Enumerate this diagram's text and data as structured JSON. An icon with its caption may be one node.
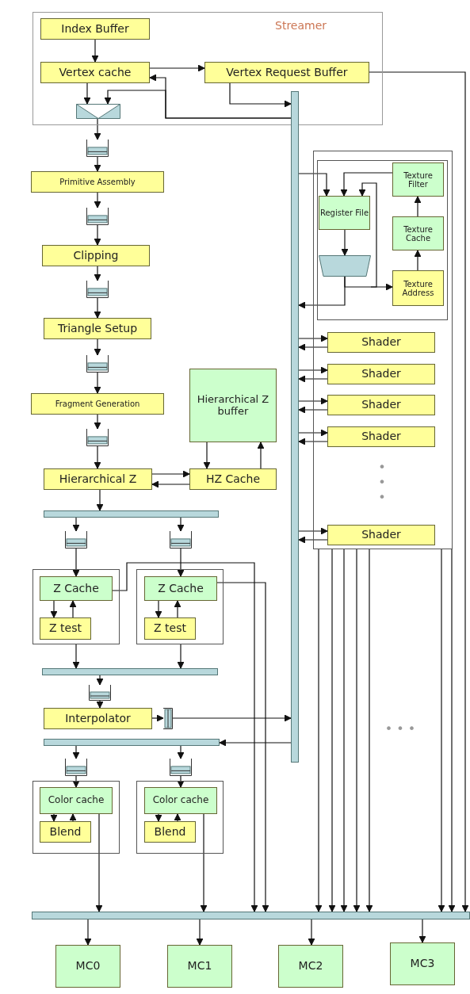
{
  "diagram": {
    "nodes": [
      {
        "text": [
          "Streamer"
        ]
      },
      {
        "text": [
          "Index Buffer"
        ],
        "in": 0
      },
      {
        "text": [
          "Vertex cache"
        ],
        "in": 0
      },
      {
        "text": [
          "Vertex Request Buffer"
        ],
        "in": 0
      },
      {
        "text": [],
        "shape": "trapezoid",
        "in": 0
      },
      {
        "text": [],
        "shape": "bar"
      },
      {
        "text": [],
        "shape": "queue"
      },
      {
        "text": [
          "Primitive Assembly"
        ]
      },
      {
        "text": [],
        "shape": "queue"
      },
      {
        "text": [
          "Clipping"
        ]
      },
      {
        "text": [],
        "shape": "queue"
      },
      {
        "text": [
          "Triangle Setup"
        ]
      },
      {
        "text": [],
        "shape": "queue"
      },
      {
        "text": [
          "Fragment Generation"
        ]
      },
      {
        "text": [],
        "shape": "queue"
      },
      {
        "text": [
          "Hierarchical Z"
        ]
      },
      {
        "text": [
          "Hierarchical Z buffer"
        ]
      },
      {
        "text": [
          "HZ Cache"
        ]
      },
      {
        "text": [],
        "shape": "bar"
      },
      {
        "text": [],
        "shape": "queue"
      },
      {
        "text": [],
        "shape": "queue"
      },
      {
        "text": [],
        "shape": "box"
      },
      {
        "text": [
          "Z Cache"
        ],
        "in": 21
      },
      {
        "text": [
          "Z test"
        ],
        "in": 21
      },
      {
        "text": [],
        "shape": "box"
      },
      {
        "text": [
          "Z Cache"
        ],
        "in": 24
      },
      {
        "text": [
          "Z test"
        ],
        "in": 24
      },
      {
        "text": [],
        "shape": "bar"
      },
      {
        "text": [],
        "shape": "queue"
      },
      {
        "text": [
          "Interpolator"
        ]
      },
      {
        "text": [],
        "shape": "queue"
      },
      {
        "text": [],
        "shape": "bar"
      },
      {
        "text": [],
        "shape": "queue"
      },
      {
        "text": [],
        "shape": "queue"
      },
      {
        "text": [],
        "shape": "box"
      },
      {
        "text": [
          "Color cache"
        ],
        "in": 34
      },
      {
        "text": [
          "Blend"
        ],
        "in": 34
      },
      {
        "text": [],
        "shape": "box"
      },
      {
        "text": [
          "Color cache"
        ],
        "in": 37
      },
      {
        "text": [
          "Blend"
        ],
        "in": 37
      },
      {
        "text": [],
        "shape": "box"
      },
      {
        "text": [],
        "shape": "box",
        "in": 40
      },
      {
        "text": [
          "Register File"
        ],
        "in": 41
      },
      {
        "text": [],
        "shape": "trapezoid",
        "in": 41
      },
      {
        "text": [
          "Texture Filter"
        ],
        "in": 41
      },
      {
        "text": [
          "Texture Cache"
        ],
        "in": 41
      },
      {
        "text": [
          "Texture Address"
        ],
        "in": 41
      },
      {
        "text": [
          "Shader"
        ],
        "in": 40
      },
      {
        "text": [
          "Shader"
        ],
        "in": 40
      },
      {
        "text": [
          "Shader"
        ],
        "in": 40
      },
      {
        "text": [
          "Shader"
        ],
        "in": 40
      },
      {
        "text": [
          "Shader"
        ],
        "in": 40
      },
      {
        "text": [],
        "shape": "bar"
      },
      {
        "text": [
          "MC0"
        ]
      },
      {
        "text": [
          "MC1"
        ]
      },
      {
        "text": [
          "MC2"
        ]
      },
      {
        "text": [
          "MC3"
        ]
      }
    ],
    "edges": [
      {
        "from": 1,
        "to": 2,
        "arrow": "to"
      },
      {
        "from": 2,
        "to": 3,
        "arrow": "to"
      },
      {
        "from": 3,
        "to": 5,
        "arrow": "to"
      },
      {
        "from": 5,
        "to": 2,
        "arrow": "to"
      },
      {
        "from": 5,
        "to": 4,
        "arrow": "to"
      },
      {
        "from": 2,
        "to": 4,
        "arrow": "to"
      },
      {
        "from": 3,
        "to": 52,
        "arrow": "to"
      },
      {
        "from": 4,
        "to": 6,
        "arrow": "to"
      },
      {
        "from": 6,
        "to": 7,
        "arrow": "to"
      },
      {
        "from": 7,
        "to": 8,
        "arrow": "to"
      },
      {
        "from": 8,
        "to": 9,
        "arrow": "to"
      },
      {
        "from": 9,
        "to": 10,
        "arrow": "to"
      },
      {
        "from": 10,
        "to": 11,
        "arrow": "to"
      },
      {
        "from": 11,
        "to": 12,
        "arrow": "to"
      },
      {
        "from": 12,
        "to": 13,
        "arrow": "to"
      },
      {
        "from": 13,
        "to": 14,
        "arrow": "to"
      },
      {
        "from": 14,
        "to": 15,
        "arrow": "to"
      },
      {
        "from": 15,
        "to": 17,
        "arrow": "to"
      },
      {
        "from": 17,
        "to": 15,
        "arrow": "to"
      },
      {
        "from": 16,
        "to": 17,
        "arrow": "to"
      },
      {
        "from": 17,
        "to": 16,
        "arrow": "to"
      },
      {
        "from": 15,
        "to": 18,
        "arrow": "to"
      },
      {
        "from": 18,
        "to": 19,
        "arrow": "to"
      },
      {
        "from": 18,
        "to": 20,
        "arrow": "to"
      },
      {
        "from": 19,
        "to": 22,
        "arrow": "to"
      },
      {
        "from": 20,
        "to": 25,
        "arrow": "to"
      },
      {
        "from": 22,
        "to": 23,
        "arrow": "to"
      },
      {
        "from": 23,
        "to": 22,
        "arrow": "to"
      },
      {
        "from": 25,
        "to": 26,
        "arrow": "to"
      },
      {
        "from": 26,
        "to": 25,
        "arrow": "to"
      },
      {
        "from": 22,
        "to": 52,
        "arrow": "to"
      },
      {
        "from": 25,
        "to": 52,
        "arrow": "to"
      },
      {
        "from": 21,
        "to": 27,
        "arrow": "to"
      },
      {
        "from": 24,
        "to": 27,
        "arrow": "to"
      },
      {
        "from": 27,
        "to": 28,
        "arrow": "to"
      },
      {
        "from": 28,
        "to": 29,
        "arrow": "to"
      },
      {
        "from": 29,
        "to": 30,
        "arrow": "to"
      },
      {
        "from": 30,
        "to": 5,
        "arrow": "to"
      },
      {
        "from": 5,
        "to": 31,
        "arrow": "to"
      },
      {
        "from": 31,
        "to": 32,
        "arrow": "to"
      },
      {
        "from": 31,
        "to": 33,
        "arrow": "to"
      },
      {
        "from": 32,
        "to": 35,
        "arrow": "to"
      },
      {
        "from": 33,
        "to": 38,
        "arrow": "to"
      },
      {
        "from": 35,
        "to": 36,
        "arrow": "to"
      },
      {
        "from": 36,
        "to": 35,
        "arrow": "to"
      },
      {
        "from": 38,
        "to": 39,
        "arrow": "to"
      },
      {
        "from": 39,
        "to": 38,
        "arrow": "to"
      },
      {
        "from": 35,
        "to": 52,
        "arrow": "to"
      },
      {
        "from": 38,
        "to": 52,
        "arrow": "to"
      },
      {
        "from": 5,
        "to": 42,
        "arrow": "to"
      },
      {
        "from": 44,
        "to": 42,
        "arrow": "to"
      },
      {
        "from": 43,
        "to": 42,
        "arrow": "to"
      },
      {
        "from": 42,
        "to": 43,
        "arrow": "to"
      },
      {
        "from": 43,
        "to": 46,
        "arrow": "to"
      },
      {
        "from": 43,
        "to": 5,
        "arrow": "to"
      },
      {
        "from": 46,
        "to": 45,
        "arrow": "to"
      },
      {
        "from": 45,
        "to": 44,
        "arrow": "to"
      },
      {
        "from": 5,
        "to": 47,
        "arrow": "to"
      },
      {
        "from": 47,
        "to": 5,
        "arrow": "to"
      },
      {
        "from": 5,
        "to": 48,
        "arrow": "to"
      },
      {
        "from": 48,
        "to": 5,
        "arrow": "to"
      },
      {
        "from": 5,
        "to": 49,
        "arrow": "to"
      },
      {
        "from": 49,
        "to": 5,
        "arrow": "to"
      },
      {
        "from": 5,
        "to": 50,
        "arrow": "to"
      },
      {
        "from": 50,
        "to": 5,
        "arrow": "to"
      },
      {
        "from": 5,
        "to": 51,
        "arrow": "to"
      },
      {
        "from": 51,
        "to": 5,
        "arrow": "to"
      },
      {
        "from": 40,
        "to": 52,
        "arrow": "to"
      },
      {
        "from": 40,
        "to": 52,
        "arrow": "to"
      },
      {
        "from": 40,
        "to": 52,
        "arrow": "to"
      },
      {
        "from": 40,
        "to": 52,
        "arrow": "to"
      },
      {
        "from": 40,
        "to": 52,
        "arrow": "to"
      },
      {
        "from": 40,
        "to": 52,
        "arrow": "to"
      },
      {
        "from": 40,
        "to": 52,
        "arrow": "to"
      },
      {
        "from": 52,
        "to": 53,
        "arrow": "to"
      },
      {
        "from": 52,
        "to": 54,
        "arrow": "to"
      },
      {
        "from": 52,
        "to": 55,
        "arrow": "to"
      },
      {
        "from": 52,
        "to": 56,
        "arrow": "to"
      }
    ],
    "labels": [
      "• • •",
      "• • •"
    ]
  }
}
